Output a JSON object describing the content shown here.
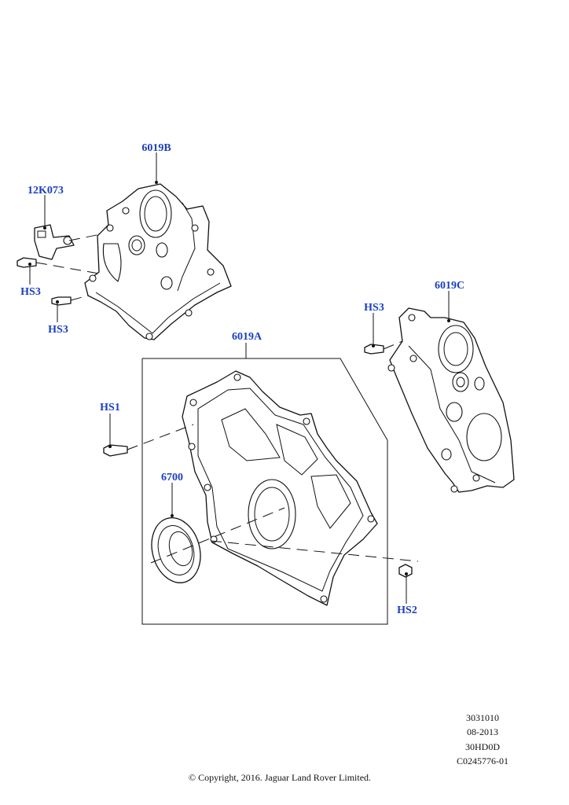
{
  "colors": {
    "callout": "#1b3fbf",
    "line": "#111111"
  },
  "callouts": {
    "cover_upper_left": "6019B",
    "sensor": "12K073",
    "bolt_left_1": "HS3",
    "bolt_left_2": "HS3",
    "bolt_right": "HS3",
    "cover_right": "6019C",
    "plate_center": "6019A",
    "bolt_hs1": "HS1",
    "seal": "6700",
    "bolt_hs2": "HS2"
  },
  "meta": {
    "code": "3031010",
    "date": "08-2013",
    "model": "30HD0D",
    "ref": "C0245776-01"
  },
  "copyright": "© Copyright, 2016. Jaguar Land Rover Limited."
}
